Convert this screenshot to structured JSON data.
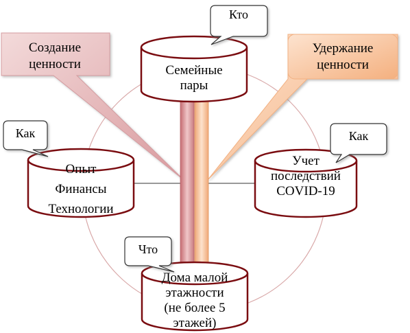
{
  "diagram": {
    "top_node": {
      "lines": [
        "Семейные",
        "пары"
      ],
      "bubble": "Кто"
    },
    "left_node": {
      "lines": [
        "Опыт",
        "Финансы",
        "Технологии"
      ],
      "bubble": "Как"
    },
    "right_node": {
      "lines": [
        "Учет",
        "последствий",
        "COVID-19"
      ],
      "bubble": "Как"
    },
    "bottom_node": {
      "lines": [
        "Дома малой",
        "этажности",
        "(не более 5",
        "этажей)"
      ],
      "bubble": "Что"
    },
    "left_callout": {
      "lines": [
        "Создание",
        "ценности"
      ]
    },
    "right_callout": {
      "lines": [
        "Удержание",
        "ценности"
      ]
    }
  },
  "colors": {
    "cylinder_stroke": "#7a0c10",
    "circle_stroke": "#d9a9a9",
    "left_callout_fill": "#ecc3c5",
    "right_callout_fill": "#f8c9a6",
    "left_pillar": "#e3a8ab",
    "right_pillar": "#f6c9a5"
  }
}
